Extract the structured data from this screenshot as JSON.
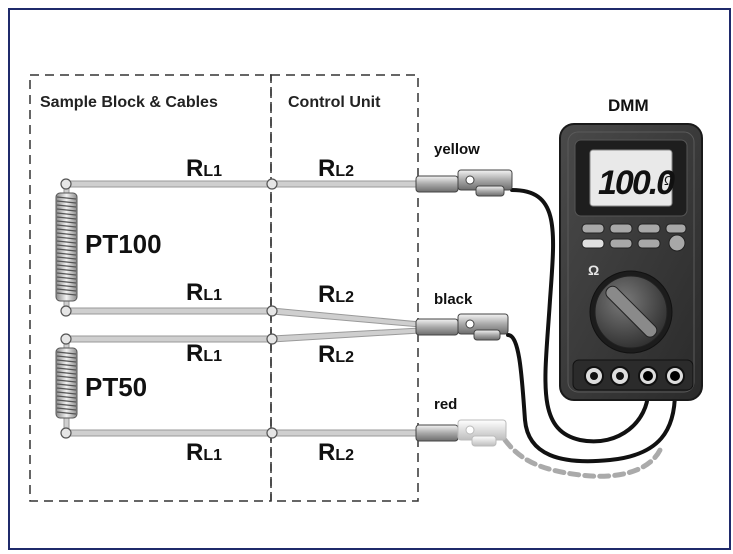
{
  "regions": {
    "sample_block": "Sample Block & Cables",
    "control_unit": "Control Unit"
  },
  "sensors": {
    "pt100": "PT100",
    "pt50": "PT50"
  },
  "wire_labels": {
    "rl1_main": "R",
    "rl1_sub": "L1",
    "rl2_main": "R",
    "rl2_sub": "L2"
  },
  "connectors": {
    "yellow": "yellow",
    "black": "black",
    "red": "red"
  },
  "dmm": {
    "title": "DMM",
    "reading": "100.0",
    "unit": "Ω",
    "dial_symbol": "Ω"
  },
  "colors": {
    "frame": "#1f2a6b",
    "wire": "#b9b9b9",
    "dmm_body": "#3a3a3a",
    "lcd": "#e9e9e9",
    "red_lead": "#b8b8b8"
  }
}
